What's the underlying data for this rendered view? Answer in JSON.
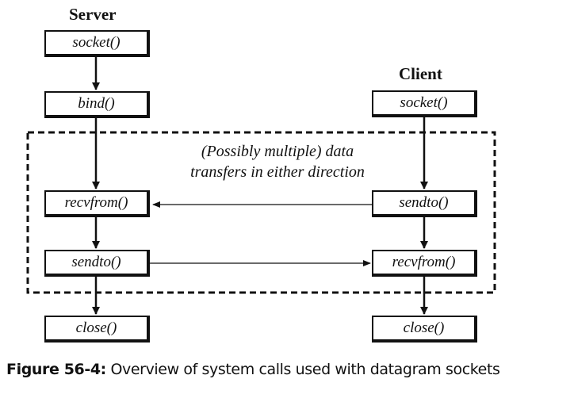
{
  "server": {
    "heading": "Server",
    "calls": {
      "socket": "socket()",
      "bind": "bind()",
      "recvfrom": "recvfrom()",
      "sendto": "sendto()",
      "close": "close()"
    }
  },
  "client": {
    "heading": "Client",
    "calls": {
      "socket": "socket()",
      "sendto": "sendto()",
      "recvfrom": "recvfrom()",
      "close": "close()"
    }
  },
  "region": {
    "label_line1": "(Possibly multiple) data",
    "label_line2": "transfers in either direction"
  },
  "caption": {
    "label": "Figure 56-4:",
    "text": "Overview of system calls used with datagram sockets"
  },
  "colors": {
    "ink": "#111111",
    "background": "#ffffff"
  }
}
